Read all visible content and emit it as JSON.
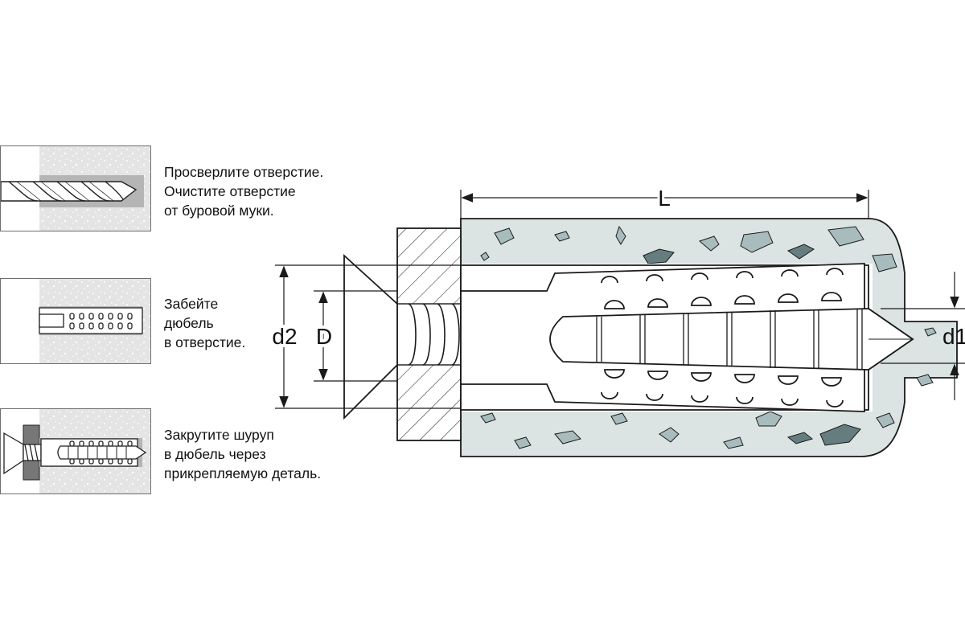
{
  "steps": [
    {
      "text": "Просверлите отверстие.\nОчистите отверстие\nот буровой муки."
    },
    {
      "text": "Забейте\nдюбель\nв отверстие."
    },
    {
      "text": "Закрутите шуруп\nв дюбель через\nприкрепляемую деталь."
    }
  ],
  "dimensions": {
    "length": "L",
    "head_diameter": "d2",
    "hole_diameter": "D",
    "screw_diameter": "d1"
  },
  "colors": {
    "concrete": "#dbe3e3",
    "aggregate": "#a8bcbd",
    "aggregate_dark": "#667d7f",
    "line": "#1a1a1a",
    "panel_bg": "#e6e6e6"
  }
}
